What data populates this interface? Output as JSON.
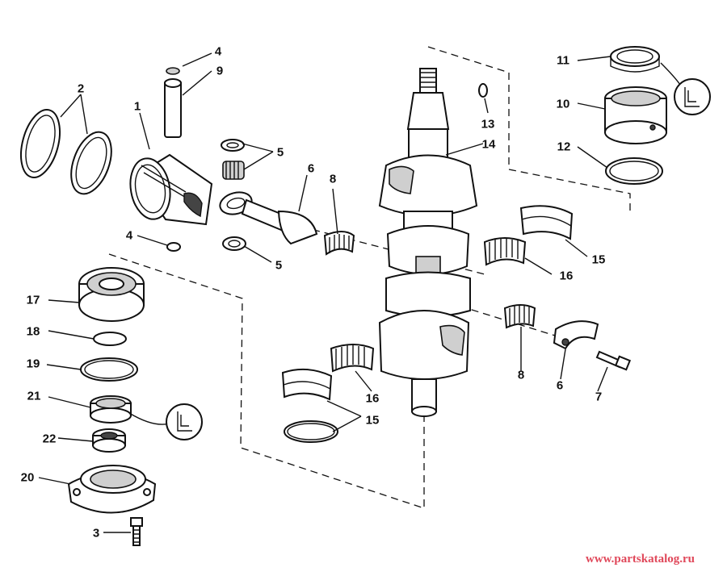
{
  "labels": [
    {
      "text": "1"
    },
    {
      "text": "2"
    },
    {
      "text": "4"
    },
    {
      "text": "9"
    },
    {
      "text": "5"
    },
    {
      "text": "6"
    },
    {
      "text": "8"
    },
    {
      "text": "4"
    },
    {
      "text": "5"
    },
    {
      "text": "17"
    },
    {
      "text": "18"
    },
    {
      "text": "19"
    },
    {
      "text": "21"
    },
    {
      "text": "22"
    },
    {
      "text": "20"
    },
    {
      "text": "3"
    },
    {
      "text": "11"
    },
    {
      "text": "10"
    },
    {
      "text": "13"
    },
    {
      "text": "14"
    },
    {
      "text": "12"
    },
    {
      "text": "15"
    },
    {
      "text": "16"
    },
    {
      "text": "8"
    },
    {
      "text": "6"
    },
    {
      "text": "7"
    },
    {
      "text": "16"
    },
    {
      "text": "15"
    }
  ],
  "watermark": "www.partskatalog.ru",
  "colors": {
    "line": "#111111",
    "watermark": "#e0485a"
  }
}
